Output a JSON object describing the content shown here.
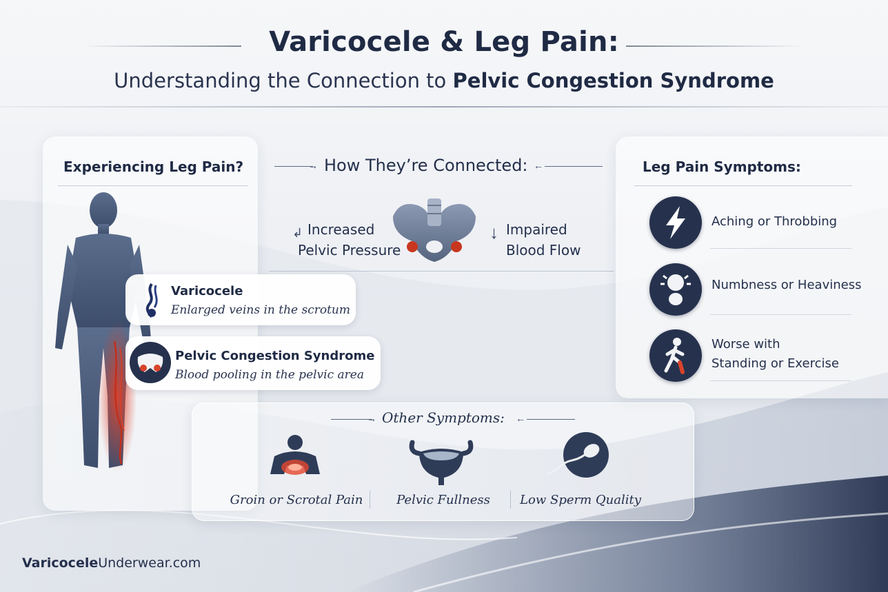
{
  "header": {
    "title": "Varicocele & Leg Pain:",
    "subtitle_prefix": "Understanding the Connection to",
    "subtitle_emphasis": "Pelvic Congestion Syndrome"
  },
  "left_panel": {
    "heading": "Experiencing Leg Pain?",
    "callouts": [
      {
        "title": "Varicocele",
        "desc": "Enlarged veins in the scrotum",
        "icon": "vein-icon"
      },
      {
        "title": "Pelvic Congestion Syndrome",
        "desc": "Blood pooling in the pelvic area",
        "icon": "pelvis-icon"
      }
    ]
  },
  "connection": {
    "heading": "How They’re Connected:",
    "left_line1": "Increased",
    "left_line2": "Pelvic Pressure",
    "right_line1": "Impaired",
    "right_line2": "Blood Flow",
    "icon": "pelvis-icon"
  },
  "right_panel": {
    "heading": "Leg Pain Symptoms:",
    "symptoms": [
      {
        "line1": "Aching or Throbbing",
        "line2": "",
        "icon": "lightning-icon"
      },
      {
        "line1": "Numbness or Heaviness",
        "line2": "",
        "icon": "knee-icon"
      },
      {
        "line1": "Worse with",
        "line2": "Standing or Exercise",
        "icon": "walking-icon"
      }
    ]
  },
  "other_symptoms": {
    "heading": "Other Symptoms:",
    "items": [
      {
        "label": "Groin or Scrotal Pain",
        "icon": "groin-pain-icon"
      },
      {
        "label": "Pelvic Fullness",
        "icon": "bladder-icon"
      },
      {
        "label": "Low Sperm Quality",
        "icon": "sperm-icon"
      }
    ]
  },
  "footer": {
    "brand_bold": "Varicocele",
    "brand_rest": "Underwear.com"
  },
  "colors": {
    "navy": "#1f2a44",
    "accent_red": "#d9432c",
    "icon_bg": "#26324d"
  }
}
